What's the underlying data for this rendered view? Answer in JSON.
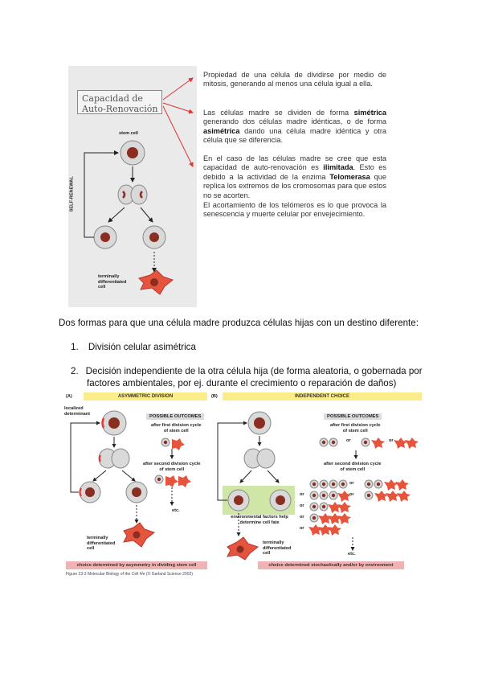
{
  "top_figure": {
    "label_line1": "Capacidad de",
    "label_line2": "Auto-Renovación",
    "stem_cell": "stem cell",
    "self_renewal": "SELF-RENEWAL",
    "terminal_line1": "terminally",
    "terminal_line2": "differentiated",
    "terminal_line3": "cell"
  },
  "right_paragraphs": {
    "p1": "Propiedad de una célula de dividirse por medio de mitosis, generando al menos una célula igual a ella.",
    "p2_a": "Las células madre se dividen de forma ",
    "p2_b1": "simétrica",
    "p2_c": " generando dos células madre idénticas, o de forma ",
    "p2_b2": "asimétrica",
    "p2_d": " dando una célula madre idéntica y otra célula que se diferencia.",
    "p3_a": "En el caso de las células madre se cree que esta capacidad de auto-renovación es ",
    "p3_b1": "ilimitada",
    "p3_c": ". Esto es debido a la actividad de la enzima ",
    "p3_b2": "Telomerasa",
    "p3_d": " que replica los extremos de los cromosomas para que estos no se acorten.",
    "p4": "El acortamiento de los telómeros es lo que provoca la senescencia y muerte celular por envejecimiento."
  },
  "intro": "Dos formas para que una célula madre produzca células hijas con un destino diferente:",
  "list": [
    {
      "num": "1.",
      "text": "División celular asimétrica"
    },
    {
      "num": "2.",
      "line1": "Decisión independiente de la otra célula hija (de forma aleatoria, o gobernada por",
      "line2": "factores ambientales, por ej. durante el crecimiento o reparación de daños)"
    }
  ],
  "figure_a": {
    "tag": "(A)",
    "banner": "ASYMMETRIC DIVISION",
    "localized_line1": "localized",
    "localized_line2": "determinant",
    "possible": "POSSIBLE OUTCOMES",
    "after_first_1": "after first division cycle",
    "after_first_2": "of stem cell",
    "after_second": "after second division cycle",
    "after_second_2": "of stem cell",
    "etc": "etc.",
    "term1": "terminally",
    "term2": "differentiated",
    "term3": "cell",
    "footer": "choice determined by asymmetry in dividing stem cell"
  },
  "figure_b": {
    "tag": "(B)",
    "banner": "INDEPENDENT CHOICE",
    "possible": "POSSIBLE OUTCOMES",
    "after_first_1": "after first division cycle",
    "after_first_2": "of stem cell",
    "after_second_1": "after second division cycle",
    "after_second_2": "of stem cell",
    "or": "or",
    "env1": "environmental factors help",
    "env2": "determine cell fate",
    "term1": "terminally",
    "term2": "differentiated",
    "term3": "cell",
    "etc": "etc.",
    "footer": "choice determined stochastically and/or by environment"
  },
  "caption": "Figure 23-3  Molecular Biology of the Cell 4/e (© Garland Science 2002)",
  "colors": {
    "nucleus": "#8a2e22",
    "cell": "#d9d9d9",
    "diff_cell": "#e5543c",
    "banner": "#fcec8a",
    "footer": "#f0b3b3",
    "env": "#cfe6a6"
  }
}
